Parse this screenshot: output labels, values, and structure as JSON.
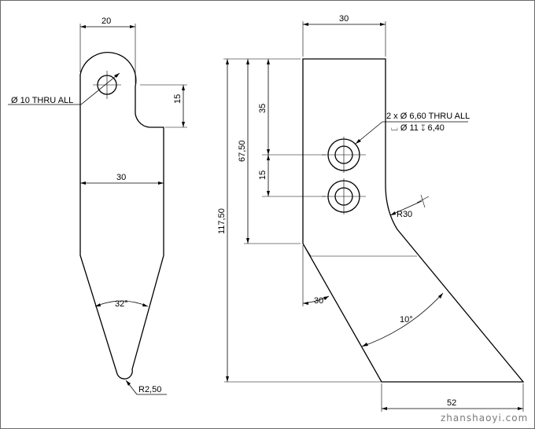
{
  "left_view": {
    "dim_width_top": "20",
    "dim_hole": "Ø 10 THRU ALL",
    "dim_vertical_15": "15",
    "dim_width_body": "30",
    "dim_angle": "32°",
    "dim_tip_radius": "R2,50"
  },
  "right_view": {
    "dim_width_top": "30",
    "dim_spacing_35": "35",
    "dim_spacing_67": "67,50",
    "dim_spacing_15": "15",
    "dim_height_117": "117,50",
    "dim_holes_line1": "2 x Ø 6,60 THRU ALL",
    "dim_holes_line2": "⌴ Ø 11 ↧ 6,40",
    "dim_radius": "R30",
    "dim_angle_30": "30°",
    "dim_angle_10": "10°",
    "dim_bottom_52": "52"
  },
  "watermark": "zhanshaoyi.com"
}
